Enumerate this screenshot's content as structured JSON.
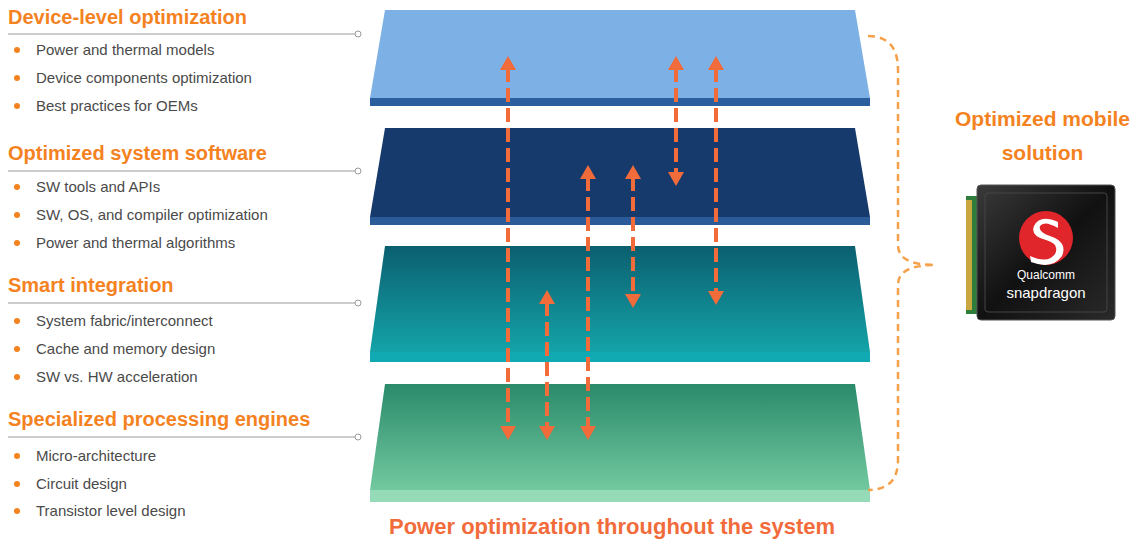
{
  "diagram": {
    "caption": "Power optimization throughout the system",
    "labels": [
      "Device-level optimization",
      "Power and thermal models",
      "Device components optimization",
      "Best practices for OEMs",
      "Optimized system software",
      "SW tools and APIs",
      "SW, OS, and compiler optimization",
      "Power and thermal algorithms",
      "Smart integration",
      "System fabric/interconnect",
      "Cache and memory design",
      "SW vs. HW acceleration",
      "Specialized processing engines",
      "Micro-architecture",
      "Circuit design",
      "Transistor level design",
      "Optimized mobile solution",
      "Qualcomm",
      "snapdragon"
    ]
  }
}
